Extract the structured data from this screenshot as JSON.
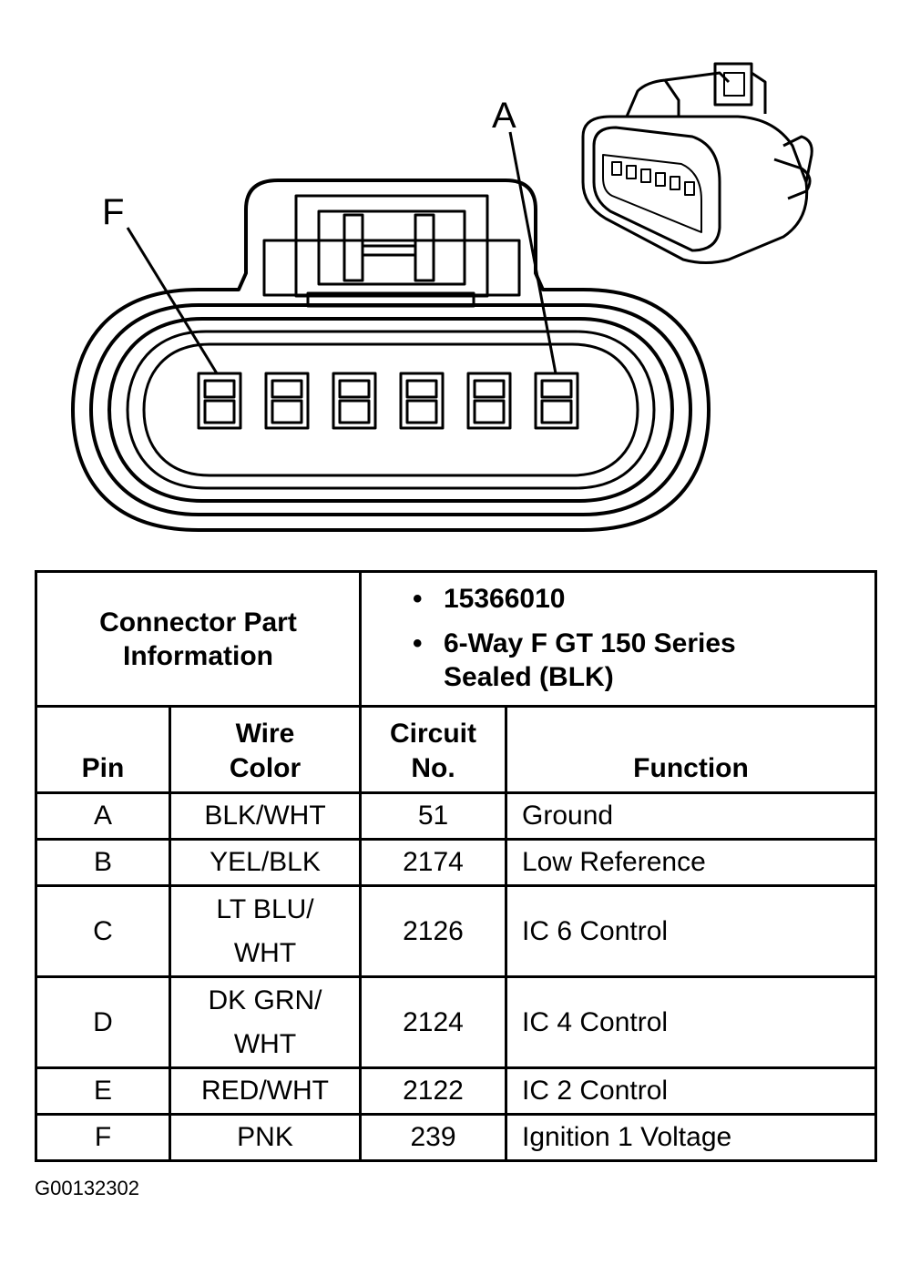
{
  "pin_labels": {
    "left": "F",
    "right": "A"
  },
  "connector_info": {
    "header": "Connector Part Information",
    "items": [
      "15366010",
      "6-Way F GT 150 Series Sealed (BLK)"
    ]
  },
  "columns": {
    "pin": "Pin",
    "wire_color": "Wire Color",
    "circuit_no": "Circuit No.",
    "function": "Function"
  },
  "rows": [
    {
      "pin": "A",
      "wire_color": "BLK/WHT",
      "circuit": "51",
      "function": "Ground"
    },
    {
      "pin": "B",
      "wire_color": "YEL/BLK",
      "circuit": "2174",
      "function": "Low Reference"
    },
    {
      "pin": "C",
      "wire_color": "LT BLU/ WHT",
      "circuit": "2126",
      "function": "IC 6 Control"
    },
    {
      "pin": "D",
      "wire_color": "DK GRN/ WHT",
      "circuit": "2124",
      "function": "IC 4 Control"
    },
    {
      "pin": "E",
      "wire_color": "RED/WHT",
      "circuit": "2122",
      "function": "IC 2 Control"
    },
    {
      "pin": "F",
      "wire_color": "PNK",
      "circuit": "239",
      "function": "Ignition 1 Voltage"
    }
  ],
  "figure_code": "G00132302",
  "icons": {
    "connector_face": "connector-face-icon",
    "connector_3d": "connector-3d-icon"
  }
}
